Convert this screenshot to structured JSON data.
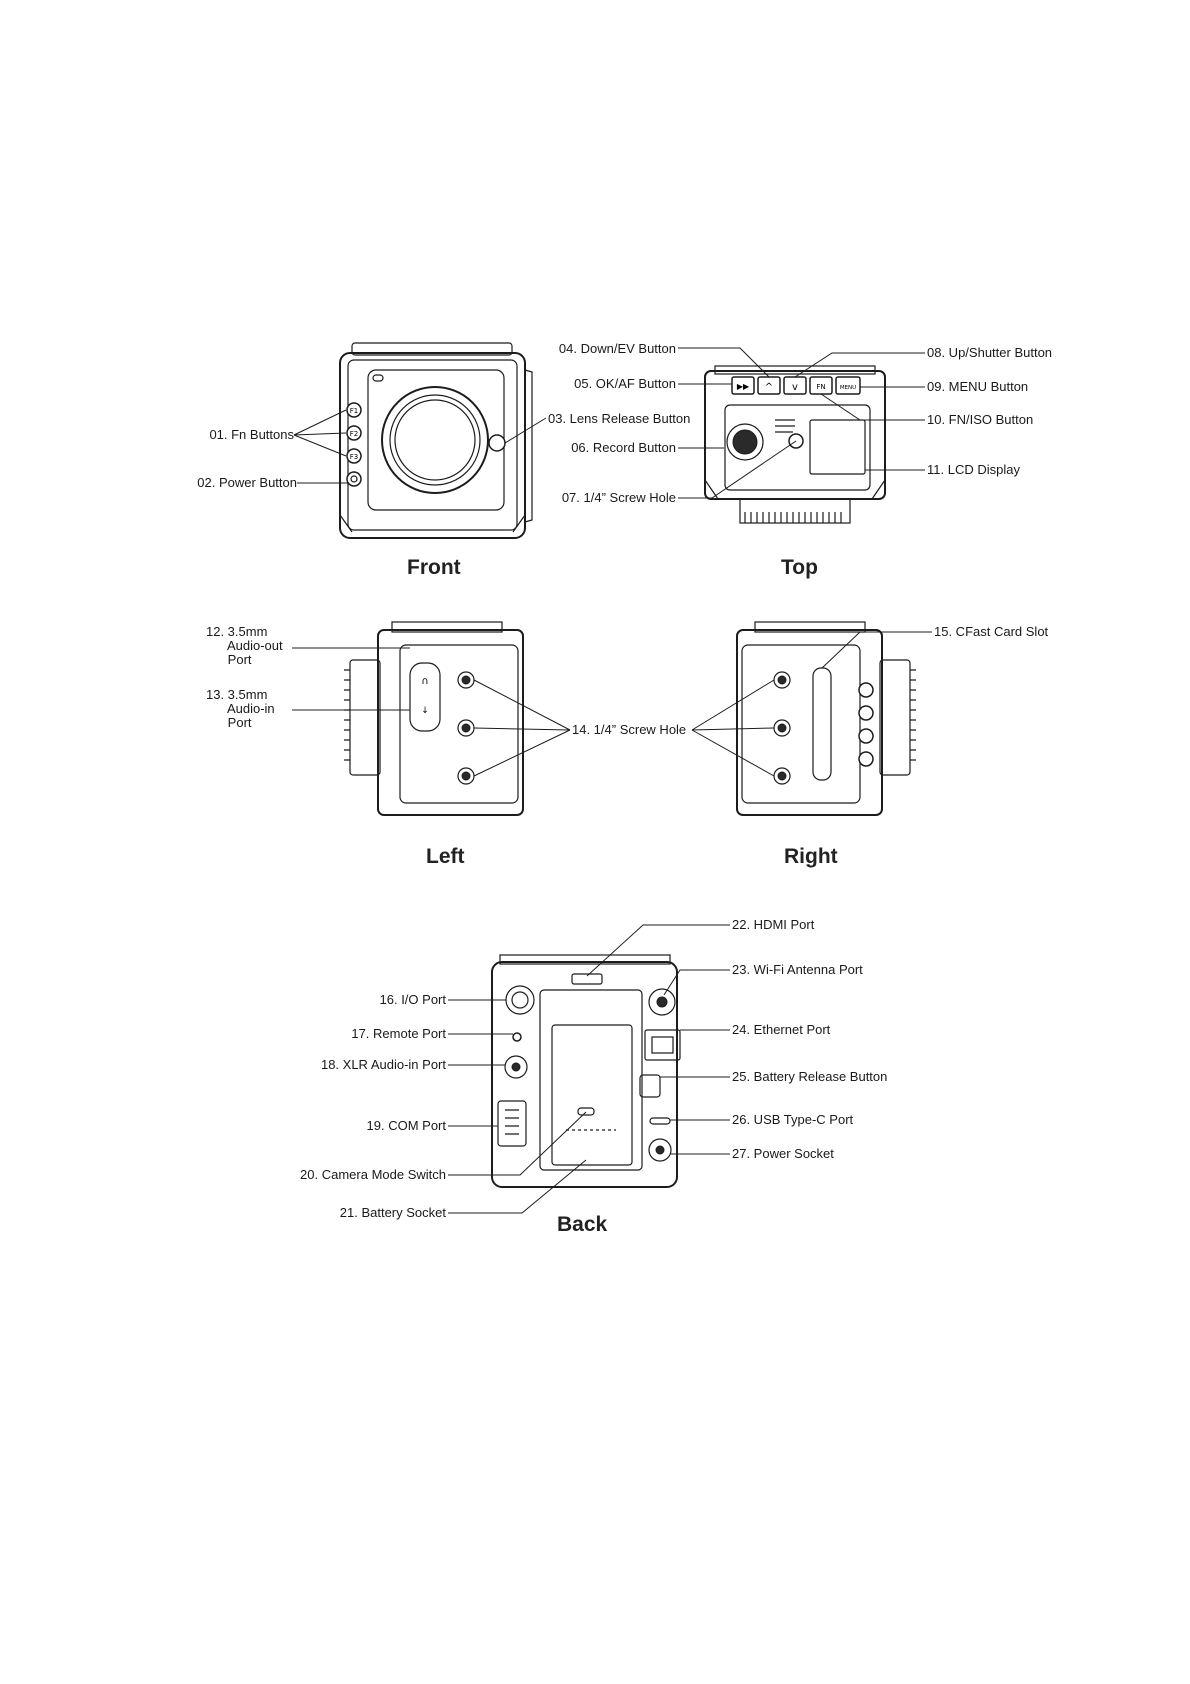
{
  "views": {
    "front": "Front",
    "top": "Top",
    "left": "Left",
    "right": "Right",
    "back": "Back"
  },
  "labels": {
    "l01": "01. Fn Buttons",
    "l02": "02. Power Button",
    "l03": "03. Lens Release Button",
    "l04": "04. Down/EV Button",
    "l05": "05. OK/AF Button",
    "l06": "06. Record Button",
    "l07": "07. 1/4” Screw Hole",
    "l08": "08. Up/Shutter Button",
    "l09": "09. MENU Button",
    "l10": "10. FN/ISO Button",
    "l11": "11. LCD Display",
    "l12": "12. 3.5mm\n      Audio-out\n      Port",
    "l13": "13. 3.5mm\n      Audio-in\n      Port",
    "l14": "14. 1/4” Screw Hole",
    "l15": "15. CFast Card Slot",
    "l16": "16. I/O Port",
    "l17": "17. Remote Port",
    "l18": "18. XLR Audio-in Port",
    "l19": "19. COM Port",
    "l20": "20. Camera Mode Switch",
    "l21": "21. Battery Socket",
    "l22": "22. HDMI Port",
    "l23": "23. Wi-Fi Antenna Port",
    "l24": "24. Ethernet Port",
    "l25": "25. Battery Release Button",
    "l26": "26. USB Type-C Port",
    "l27": "27. Power Socket"
  },
  "button_marks": {
    "f1": "F1",
    "f2": "F2",
    "f3": "F3",
    "menu": "MENU",
    "fn": "FN"
  }
}
